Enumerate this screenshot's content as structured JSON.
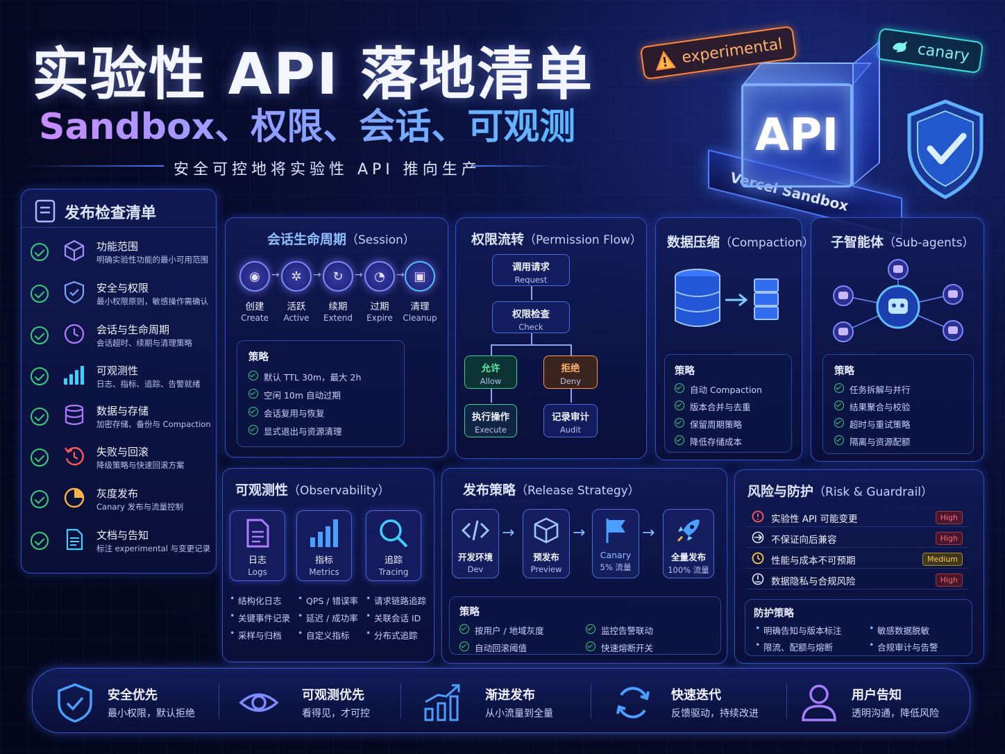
{
  "header": {
    "title": "实验性 API 落地清单",
    "subtitle": "Sandbox、权限、会话、可观测",
    "tagline": "安全可控地将实验性 API 推向生产",
    "tag_experimental": "experimental",
    "tag_canary": "canary",
    "cube_label": "API",
    "cube_base_label": "Vercel Sandbox"
  },
  "checklist": {
    "title": "发布检查清单",
    "items": [
      {
        "title": "功能范围",
        "desc": "明确实验性功能的最小可用范围",
        "icon": "cube-icon"
      },
      {
        "title": "安全与权限",
        "desc": "最小权限原则，敏感操作需确认",
        "icon": "shield-icon"
      },
      {
        "title": "会话与生命周期",
        "desc": "会话超时、续期与清理策略",
        "icon": "clock-icon"
      },
      {
        "title": "可观测性",
        "desc": "日志、指标、追踪、告警就绪",
        "icon": "bar-chart-icon"
      },
      {
        "title": "数据与存储",
        "desc": "加密存储、备份与 Compaction",
        "icon": "database-icon"
      },
      {
        "title": "失败与回滚",
        "desc": "降级策略与快速回滚方案",
        "icon": "rollback-icon"
      },
      {
        "title": "灰度发布",
        "desc": "Canary 发布与流量控制",
        "icon": "pie-chart-icon"
      },
      {
        "title": "文档与告知",
        "desc": "标注 experimental 与变更记录",
        "icon": "document-icon"
      }
    ]
  },
  "session": {
    "title_zh": "会话生命周期",
    "title_en": "（Session）",
    "steps": [
      {
        "zh": "创建",
        "en": "Create"
      },
      {
        "zh": "活跃",
        "en": "Active"
      },
      {
        "zh": "续期",
        "en": "Extend"
      },
      {
        "zh": "过期",
        "en": "Expire"
      },
      {
        "zh": "清理",
        "en": "Cleanup"
      }
    ],
    "policy_title": "策略",
    "policies": [
      "默认 TTL 30m，最大 2h",
      "空闲 10m 自动过期",
      "会话复用与恢复",
      "显式退出与资源清理"
    ]
  },
  "permission": {
    "title_zh": "权限流转",
    "title_en": "（Permission Flow）",
    "request": {
      "zh": "调用请求",
      "en": "Request"
    },
    "check": {
      "zh": "权限检查",
      "en": "Check"
    },
    "allow": {
      "zh": "允许",
      "en": "Allow"
    },
    "deny": {
      "zh": "拒绝",
      "en": "Deny"
    },
    "execute": {
      "zh": "执行操作",
      "en": "Execute"
    },
    "audit": {
      "zh": "记录审计",
      "en": "Audit"
    }
  },
  "compaction": {
    "title_zh": "数据压缩",
    "title_en": "（Compaction）",
    "policy_title": "策略",
    "policies": [
      "自动 Compaction",
      "版本合并与去重",
      "保留周期策略",
      "降低存储成本"
    ]
  },
  "subagents": {
    "title_zh": "子智能体",
    "title_en": "（Sub-agents）",
    "policy_title": "策略",
    "policies": [
      "任务拆解与并行",
      "结果聚合与校验",
      "超时与重试策略",
      "隔离与资源配额"
    ]
  },
  "observability": {
    "title_zh": "可观测性",
    "title_en": "（Observability）",
    "cards": [
      {
        "zh": "日志",
        "en": "Logs",
        "items": [
          "结构化日志",
          "关键事件记录",
          "采样与归档"
        ]
      },
      {
        "zh": "指标",
        "en": "Metrics",
        "items": [
          "QPS / 错误率",
          "延迟 / 成功率",
          "自定义指标"
        ]
      },
      {
        "zh": "追踪",
        "en": "Tracing",
        "items": [
          "请求链路追踪",
          "关联会话 ID",
          "分布式追踪"
        ]
      }
    ]
  },
  "release": {
    "title_zh": "发布策略",
    "title_en": "（Release Strategy）",
    "stages": [
      {
        "zh": "开发环境",
        "en": "Dev"
      },
      {
        "zh": "预发布",
        "en": "Preview"
      },
      {
        "zh": "Canary",
        "en": "5% 流量"
      },
      {
        "zh": "全量发布",
        "en": "100% 流量"
      }
    ],
    "policy_title": "策略",
    "policies": [
      "按用户 / 地域灰度",
      "监控告警联动",
      "自动回滚阈值",
      "快速熔断开关"
    ]
  },
  "risk": {
    "title_zh": "风险与防护",
    "title_en": "（Risk & Guardrail）",
    "rows": [
      {
        "text": "实验性 API 可能变更",
        "level": "High"
      },
      {
        "text": "不保证向后兼容",
        "level": "High"
      },
      {
        "text": "性能与成本不可预期",
        "level": "Medium"
      },
      {
        "text": "数据隐私与合规风险",
        "level": "High"
      }
    ],
    "guard_title": "防护策略",
    "guards": [
      "明确告知与版本标注",
      "敏感数据脱敏",
      "限流、配额与熔断",
      "合规审计与告警"
    ]
  },
  "principles": [
    {
      "title": "安全优先",
      "desc": "最小权限，默认拒绝"
    },
    {
      "title": "可观测优先",
      "desc": "看得见，才可控"
    },
    {
      "title": "渐进发布",
      "desc": "从小流量到全量"
    },
    {
      "title": "快速迭代",
      "desc": "反馈驱动，持续改进"
    },
    {
      "title": "用户告知",
      "desc": "透明沟通，降低风险"
    }
  ]
}
